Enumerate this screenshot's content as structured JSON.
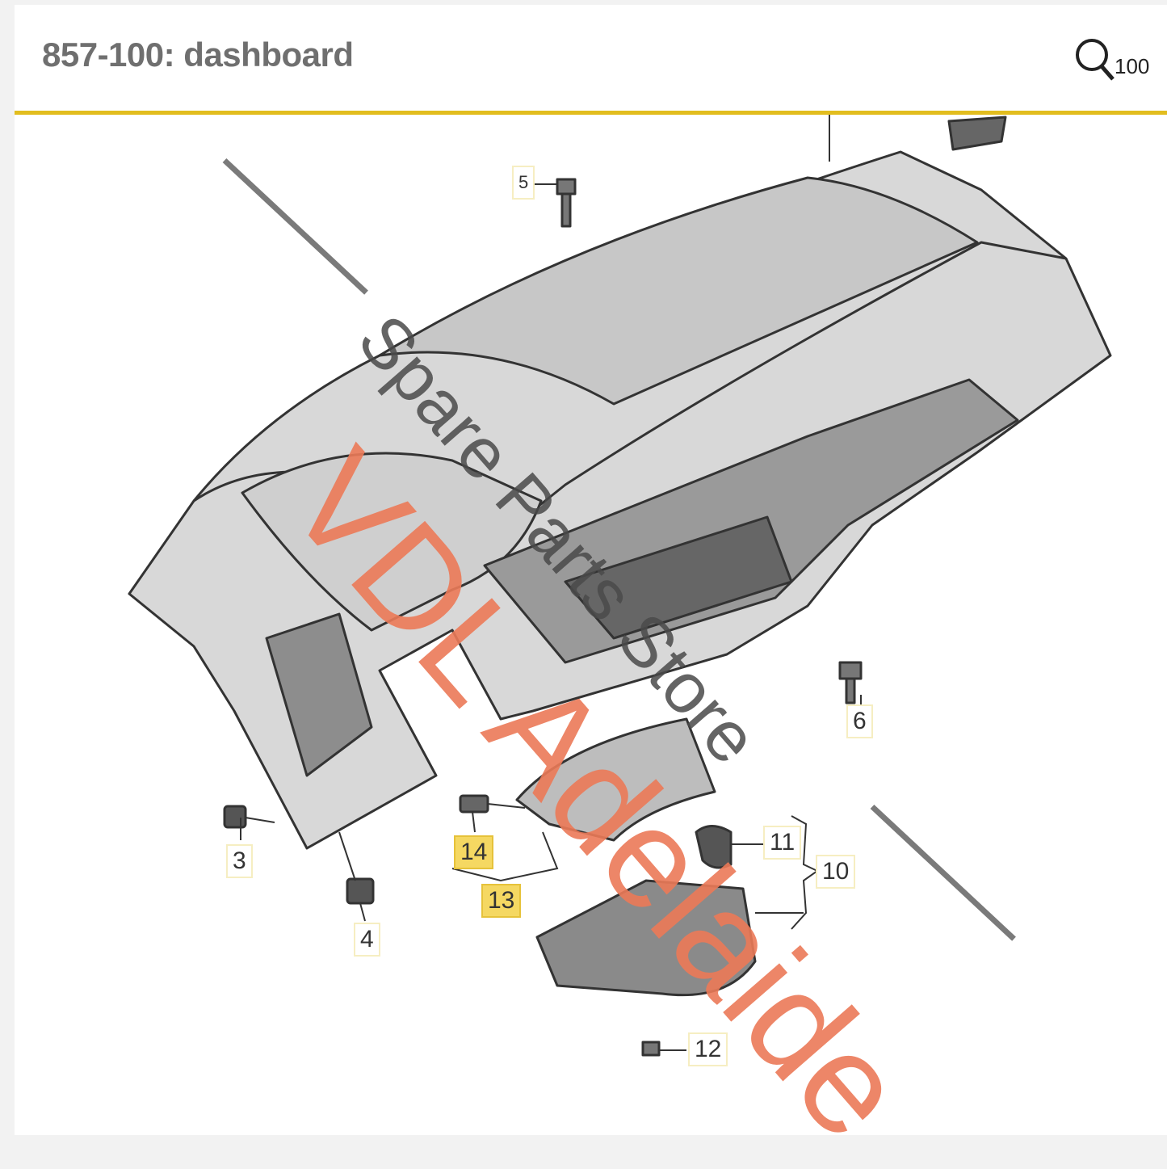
{
  "header": {
    "title": "857-100: dashboard",
    "zoom_label": "100"
  },
  "callouts": [
    {
      "number": "3",
      "highlighted": false
    },
    {
      "number": "4",
      "highlighted": false
    },
    {
      "number": "5",
      "highlighted": false
    },
    {
      "number": "6",
      "highlighted": false
    },
    {
      "number": "10",
      "highlighted": false
    },
    {
      "number": "11",
      "highlighted": false
    },
    {
      "number": "12",
      "highlighted": false
    },
    {
      "number": "13",
      "highlighted": true
    },
    {
      "number": "14",
      "highlighted": true
    }
  ],
  "watermark": {
    "line1": "VDL Adelaide",
    "line2": "Spare Parts Store"
  },
  "colors": {
    "accent": "#e2bd1e",
    "highlight": "#f5d862",
    "watermark": "#ec7a58"
  }
}
